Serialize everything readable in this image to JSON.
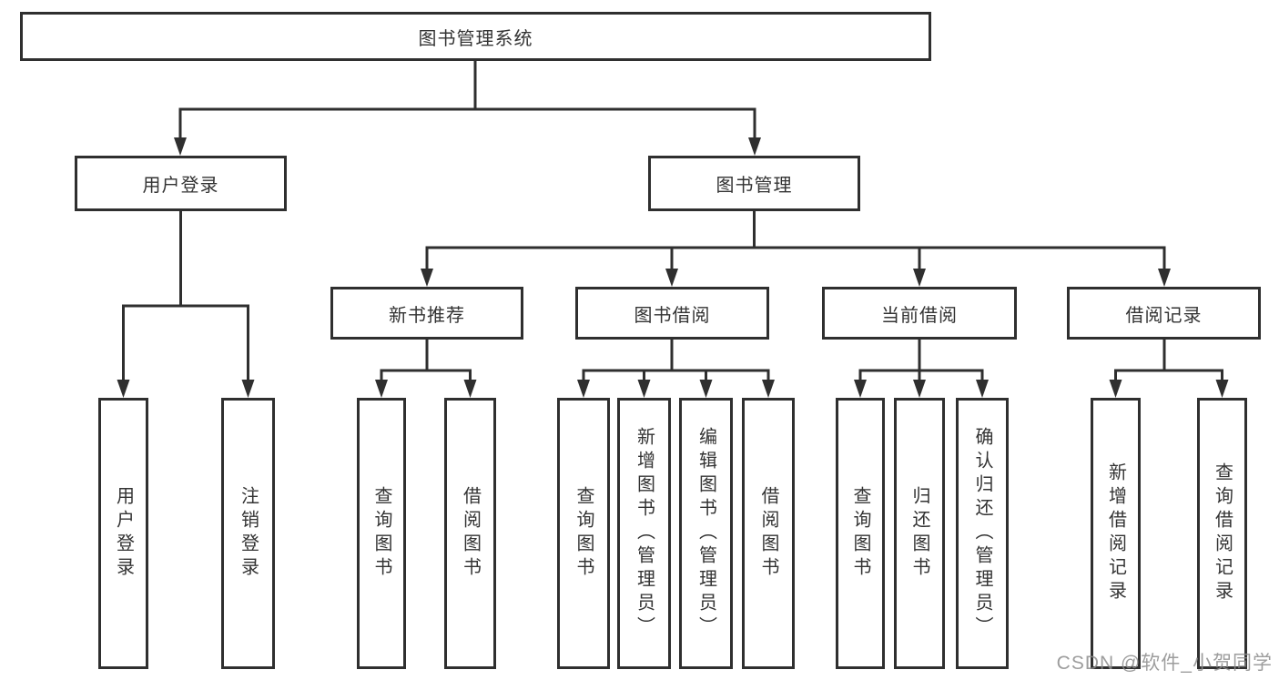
{
  "diagram": {
    "title": "图书管理系统",
    "root": {
      "label": "图书管理系统"
    },
    "level2": [
      {
        "label": "用户登录"
      },
      {
        "label": "图书管理"
      }
    ],
    "level3": [
      {
        "label": "新书推荐",
        "parent": "图书管理"
      },
      {
        "label": "图书借阅",
        "parent": "图书管理"
      },
      {
        "label": "当前借阅",
        "parent": "图书管理"
      },
      {
        "label": "借阅记录",
        "parent": "图书管理"
      }
    ],
    "leaves": [
      {
        "label": "用户登录",
        "parent": "用户登录"
      },
      {
        "label": "注销登录",
        "parent": "用户登录"
      },
      {
        "label": "查询图书",
        "parent": "新书推荐"
      },
      {
        "label": "借阅图书",
        "parent": "新书推荐"
      },
      {
        "label": "查询图书",
        "parent": "图书借阅"
      },
      {
        "label": "新增图书（管理员）",
        "parent": "图书借阅"
      },
      {
        "label": "编辑图书（管理员）",
        "parent": "图书借阅"
      },
      {
        "label": "借阅图书",
        "parent": "图书借阅"
      },
      {
        "label": "查询图书",
        "parent": "当前借阅"
      },
      {
        "label": "归还图书",
        "parent": "当前借阅"
      },
      {
        "label": "确认归还（管理员）",
        "parent": "当前借阅"
      },
      {
        "label": "新增借阅记录",
        "parent": "借阅记录"
      },
      {
        "label": "查询借阅记录",
        "parent": "借阅记录"
      }
    ],
    "colors": {
      "line": "#2f2f2f",
      "box_border": "#2f2f2f",
      "text": "#333333",
      "background": "#ffffff",
      "watermark": "#8c8c8c"
    }
  },
  "watermark": {
    "text": "CSDN @软件_小贺同学"
  }
}
